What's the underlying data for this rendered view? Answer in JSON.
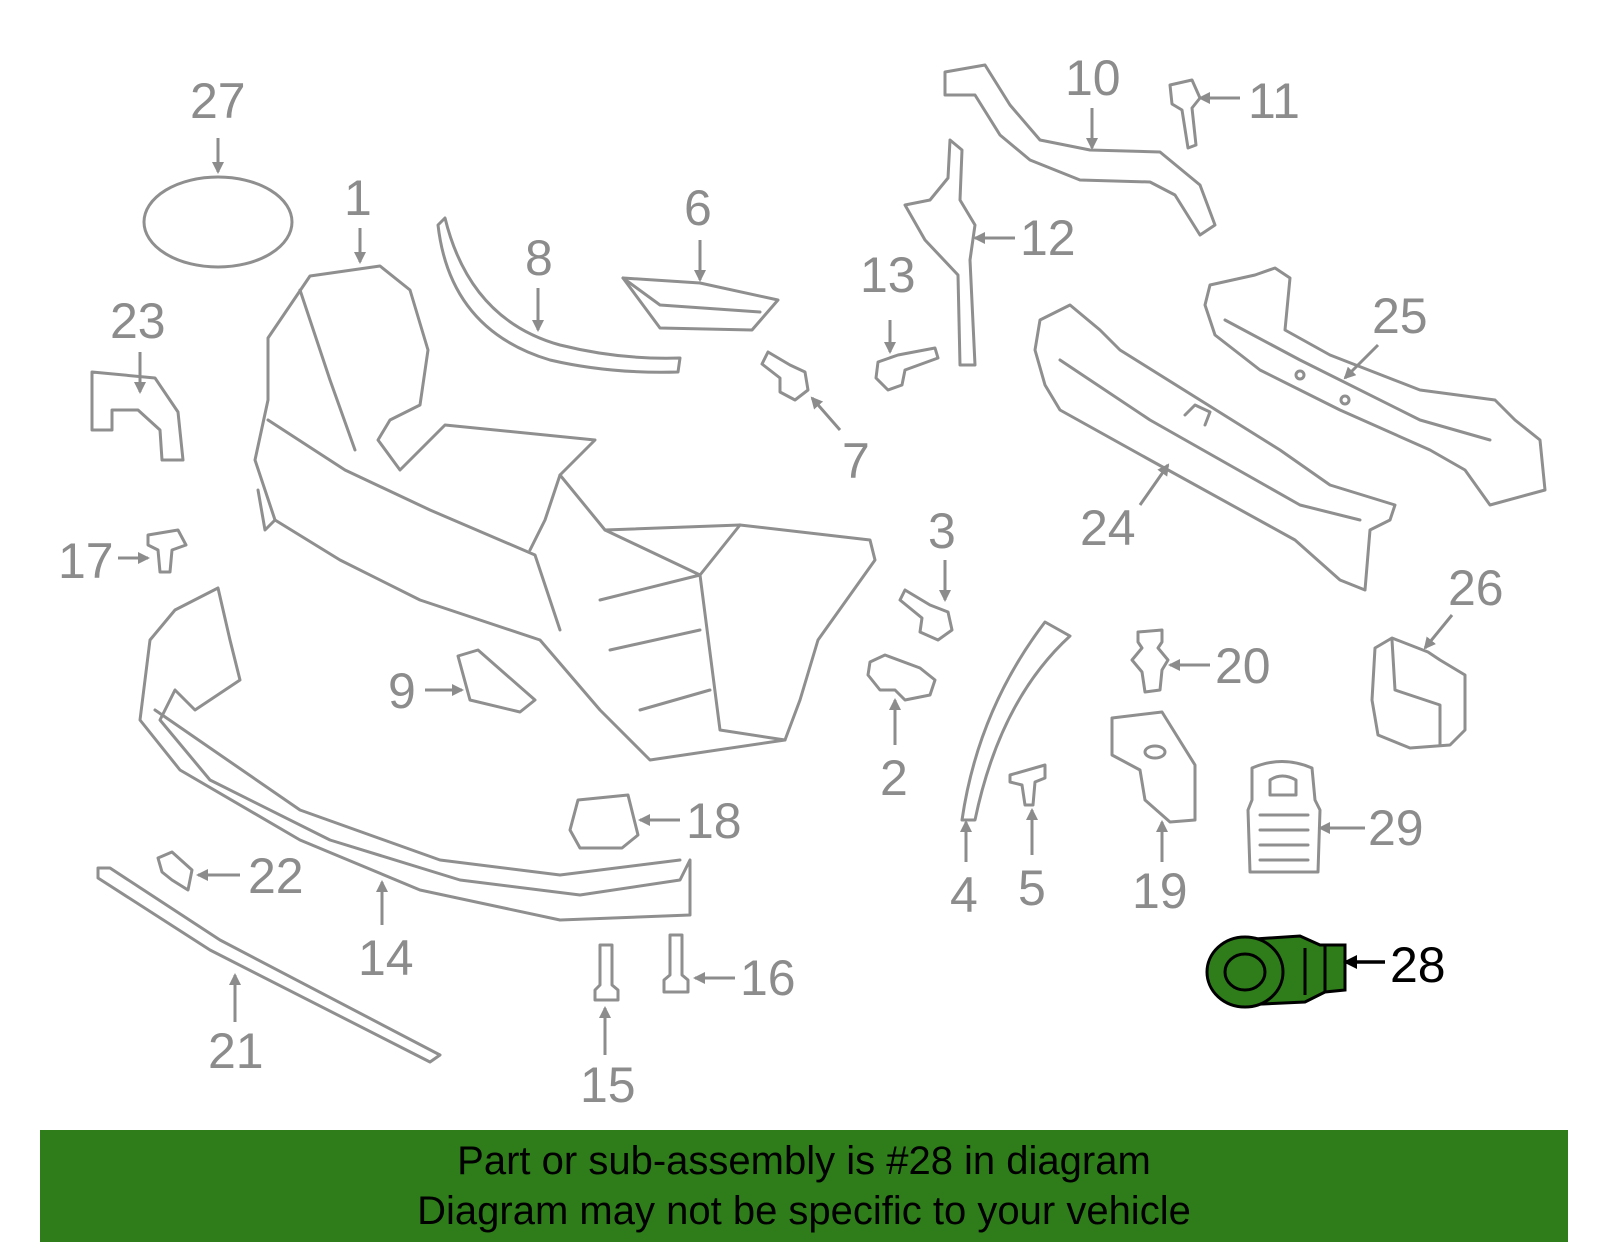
{
  "diagram": {
    "highlighted_part": "28",
    "highlight_color": "#2e7d1a",
    "labels": {
      "p1": "1",
      "p2": "2",
      "p3": "3",
      "p4": "4",
      "p5": "5",
      "p6": "6",
      "p7": "7",
      "p8": "8",
      "p9": "9",
      "p10": "10",
      "p11": "11",
      "p12": "12",
      "p13": "13",
      "p14": "14",
      "p15": "15",
      "p16": "16",
      "p17": "17",
      "p18": "18",
      "p19": "19",
      "p20": "20",
      "p21": "21",
      "p22": "22",
      "p23": "23",
      "p24": "24",
      "p25": "25",
      "p26": "26",
      "p27": "27",
      "p28": "28",
      "p29": "29"
    }
  },
  "banner": {
    "line1": "Part or sub-assembly is #28 in diagram",
    "line2": "Diagram may not be specific to your vehicle",
    "background_color": "#2e7d1a"
  }
}
